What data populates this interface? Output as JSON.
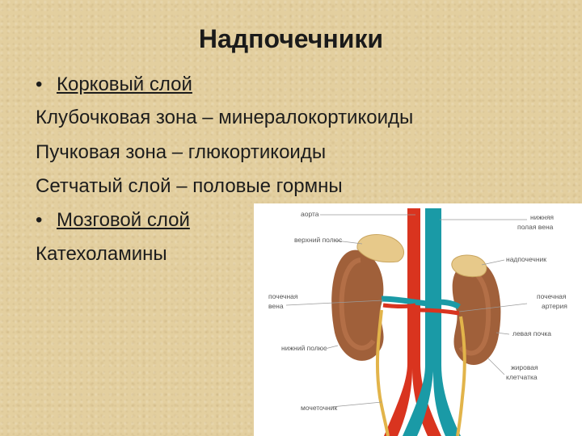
{
  "slide": {
    "title": "Надпочечники",
    "bullet_char": "•",
    "lines": [
      "Корковый слой",
      "Клубочковая зона – минералокортикоиды",
      "Пучковая зона – глюкортикоиды",
      "Сетчатый слой – половые гормны",
      "Мозговой слой",
      "Катехоламины"
    ]
  },
  "diagram": {
    "labels": {
      "aorta": "аорта",
      "upper_pole": "верхний полюс",
      "renal_vein_1": "почечная",
      "renal_vein_2": "вена",
      "lower_pole": "нижний полюс",
      "ureter": "мочеточник",
      "ivc_1": "нижняя",
      "ivc_2": "полая вена",
      "adrenal": "надпочечник",
      "renal_artery_1": "почечная",
      "renal_artery_2": "артерия",
      "left_kidney": "левая почка",
      "fat_1": "жировая",
      "fat_2": "клетчатка"
    }
  }
}
